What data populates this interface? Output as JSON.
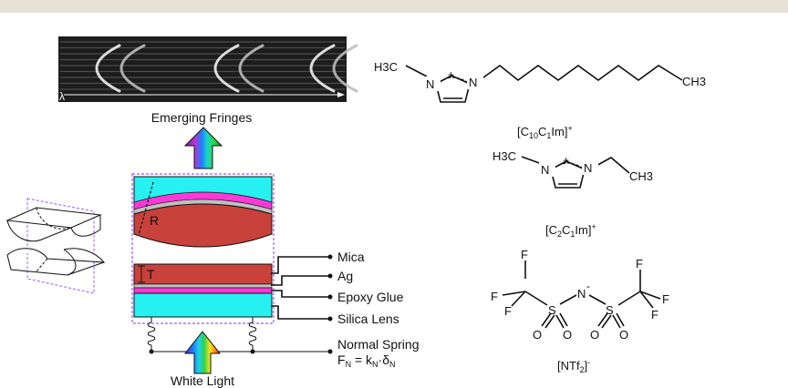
{
  "fringes": {
    "title": "Emerging Fringes",
    "axis_symbol": "λ"
  },
  "light": {
    "label": "White Light"
  },
  "radius_label": "R",
  "thickness_label": "T",
  "layers": [
    {
      "label": "Mica",
      "color": "#c8413b"
    },
    {
      "label": "Ag",
      "color": "#c0c0c0"
    },
    {
      "label": "Epoxy Glue",
      "color": "#ff4fd8"
    },
    {
      "label": "Silica Lens",
      "color": "#27f0f0"
    }
  ],
  "spring": {
    "label": "Normal Spring",
    "formula": {
      "lhs": "F",
      "lhs_sub": "N",
      "eq": " = k",
      "k_sub": "N",
      "dot": "·δ",
      "d_sub": "N"
    }
  },
  "frame_color": "#9b59ff",
  "molecules": {
    "c10": {
      "ch3_left": "H3C",
      "n1": "N",
      "plus": "+",
      "n2": "N",
      "ch3_end": "CH3",
      "label": {
        "open": "[C",
        "sub1": "10",
        "mid": "C",
        "sub2": "1",
        "close": "Im]",
        "charge": "+"
      }
    },
    "c2": {
      "ch3_left": "H3C",
      "n1": "N",
      "plus": "+",
      "n2": "N",
      "ch3_end": "CH3",
      "label": {
        "open": "[C",
        "sub1": "2",
        "mid": "C",
        "sub2": "1",
        "close": "Im]",
        "charge": "+"
      }
    },
    "ntf2": {
      "f": "F",
      "s": "S",
      "o": "O",
      "n": "N",
      "minus": "-",
      "label": {
        "open": "[NTf",
        "sub": "2",
        "close": "]",
        "charge": "-"
      }
    }
  }
}
